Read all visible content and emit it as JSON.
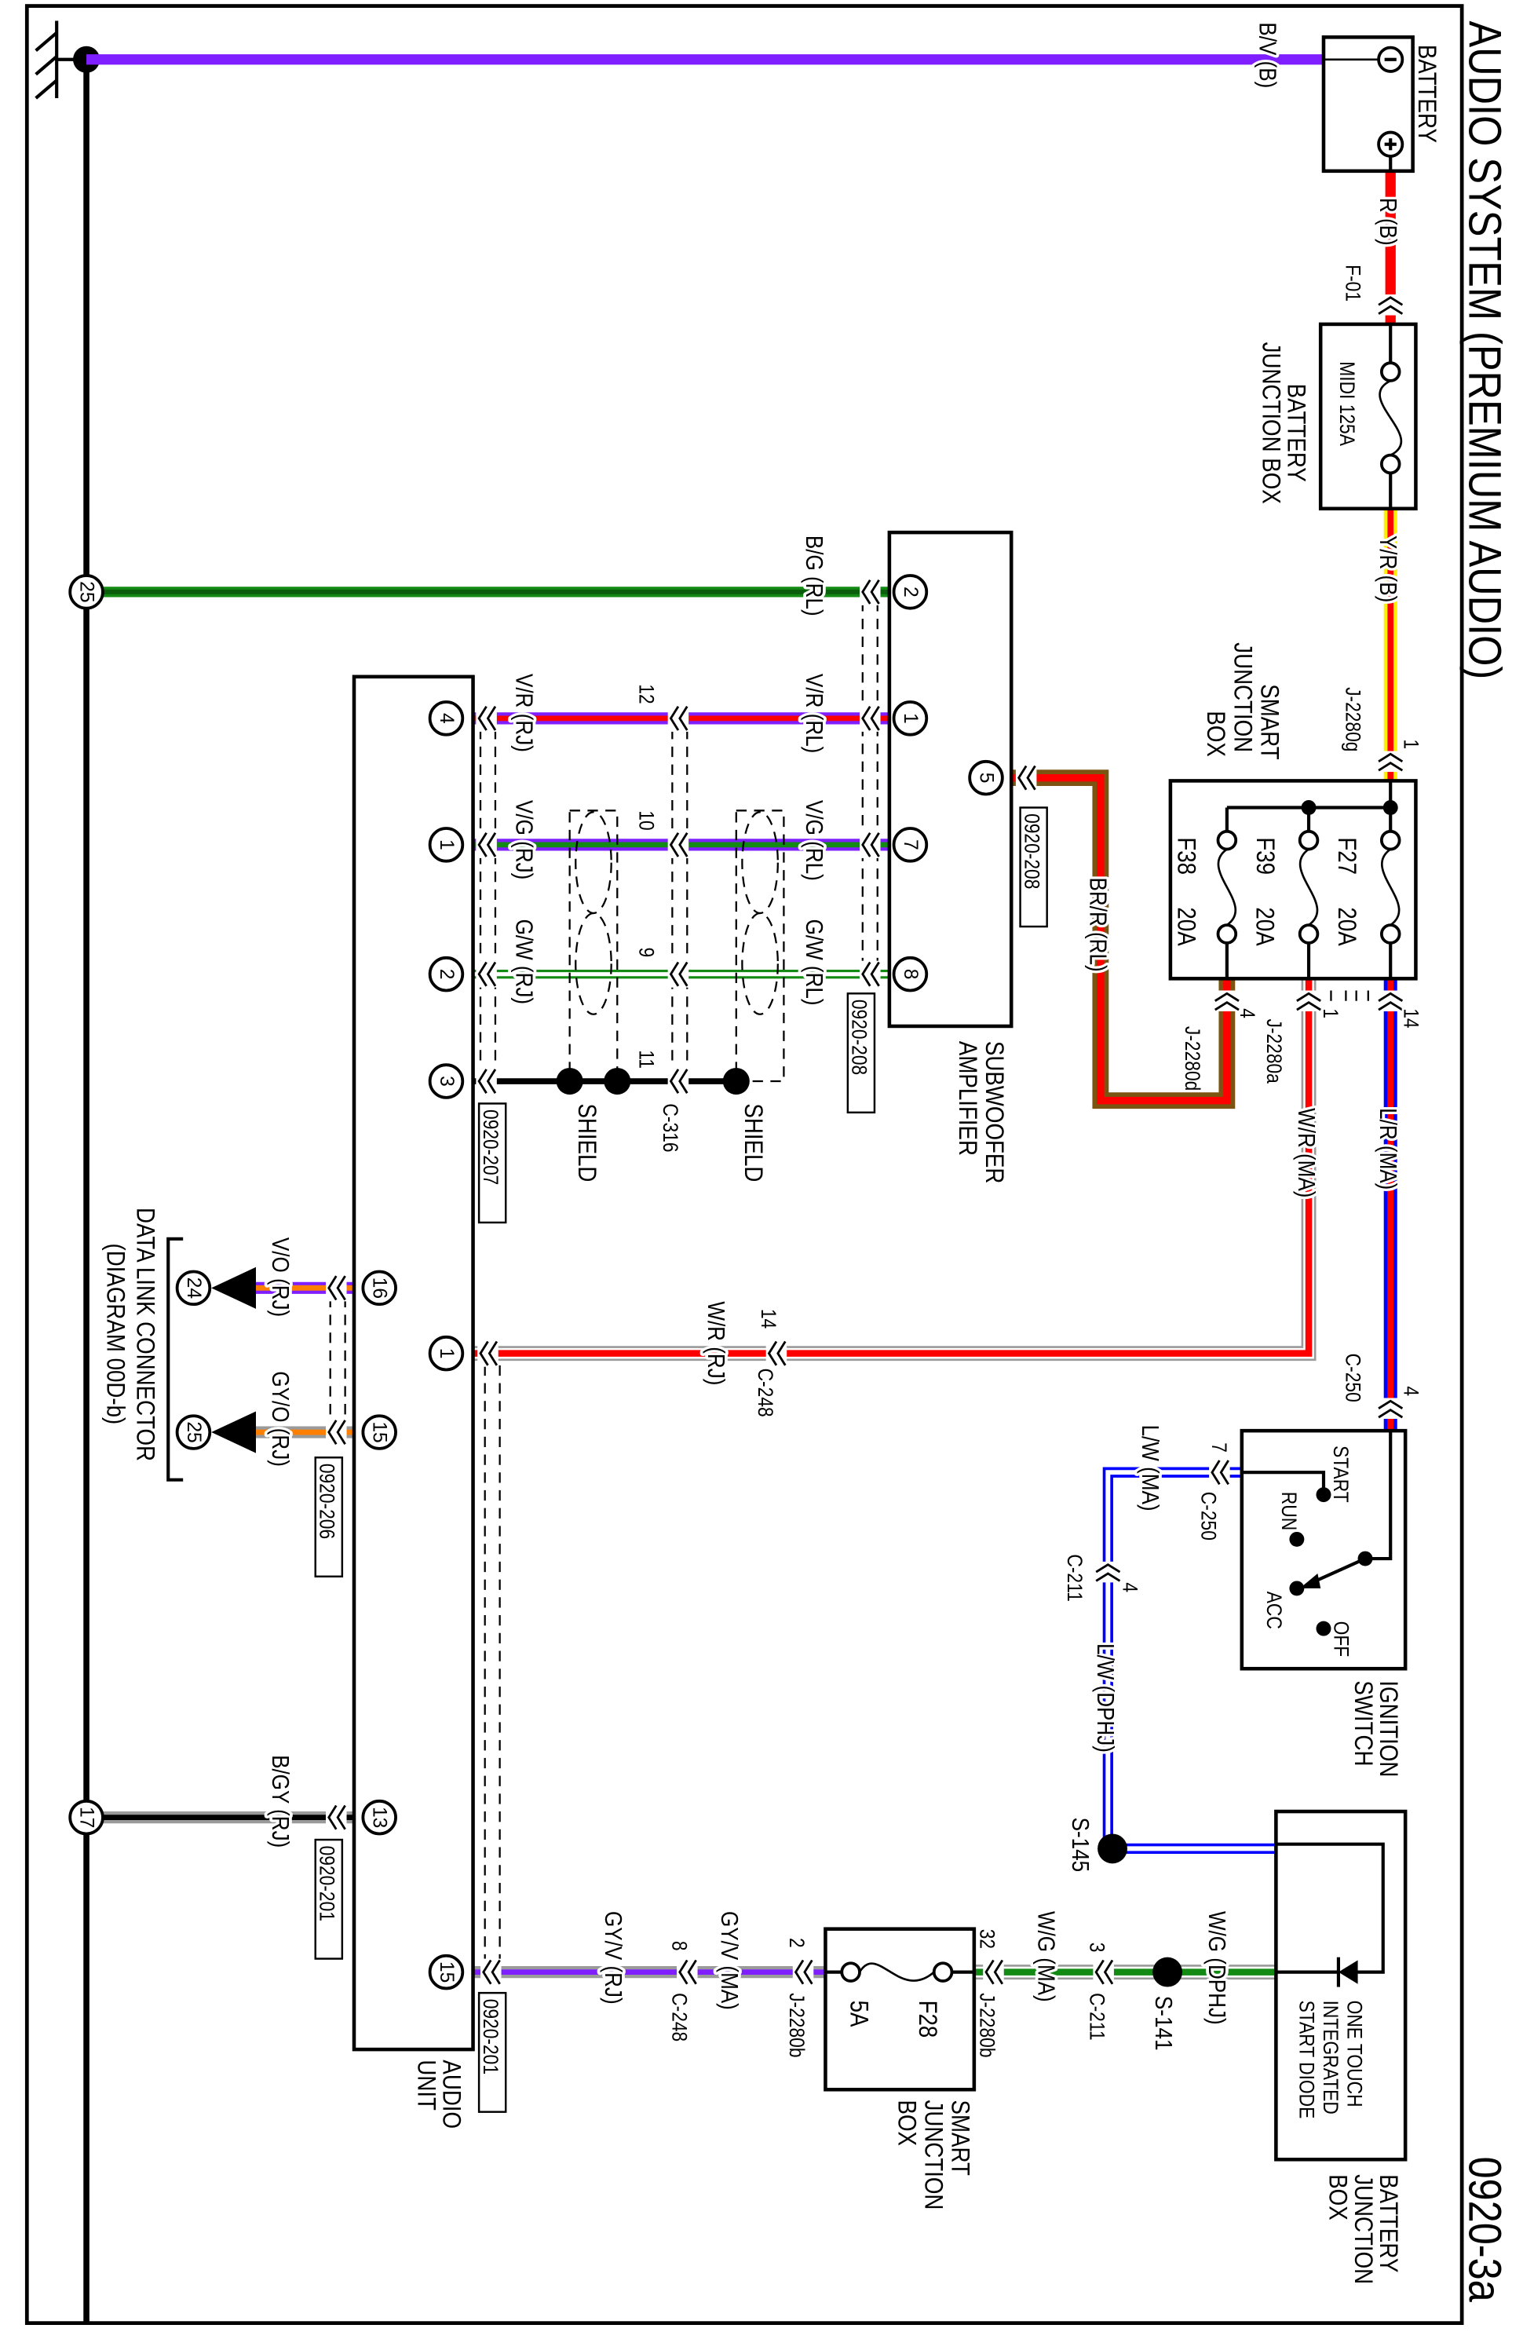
{
  "title": "AUDIO SYSTEM (PREMIUM AUDIO)",
  "page_id": "0920-3a",
  "colors": {
    "violet": "#7f1fff",
    "red": "#ff0000",
    "yellow": "#ffee00",
    "blue": "#0000ff",
    "green": "#138a13",
    "darkgreen": "#0b5e0b",
    "white": "#ffffff",
    "gray": "#9a9a9a",
    "orange": "#ff8000",
    "brown": "#7a5410",
    "black": "#000000"
  },
  "components": {
    "battery": {
      "label": "BATTERY"
    },
    "battery_jb_top": {
      "label1": "BATTERY",
      "label2": "JUNCTION BOX",
      "fuse": "MIDI  125A"
    },
    "smart_jb_top": {
      "label1": "SMART",
      "label2": "JUNCTION",
      "label3": "BOX",
      "fuses": [
        {
          "name": "F27",
          "rating": "20A"
        },
        {
          "name": "F39",
          "rating": "20A"
        },
        {
          "name": "F38",
          "rating": "20A"
        }
      ]
    },
    "subwoofer": {
      "label1": "SUBWOOFER",
      "label2": "AMPLIFIER",
      "pins": [
        "2",
        "1",
        "7",
        "8",
        "5"
      ]
    },
    "audio_unit": {
      "label1": "AUDIO",
      "label2": "UNIT",
      "pins": [
        "4",
        "1",
        "2",
        "3",
        "1",
        "15",
        "16",
        "15",
        "13"
      ]
    },
    "datalink": {
      "label1": "DATA LINK CONNECTOR",
      "label2": "(DIAGRAM 00D-b)",
      "pins": [
        "24",
        "25"
      ]
    },
    "ignition": {
      "label1": "IGNITION",
      "label2": "SWITCH",
      "positions": [
        "START",
        "RUN",
        "ACC",
        "OFF"
      ]
    },
    "smart_jb_bottom": {
      "label1": "SMART",
      "label2": "JUNCTION",
      "label3": "BOX",
      "fuse": "F28",
      "rating": "5A"
    },
    "battery_jb_bottom": {
      "label1": "BATTERY",
      "label2": "JUNCTION",
      "label3": "BOX",
      "diode1": "ONE TOUCH",
      "diode2": "INTEGRATED",
      "diode3": "START DIODE"
    }
  },
  "ground_points": [
    "25",
    "17"
  ],
  "wires": [
    "B/V (B)",
    "R (B)",
    "Y/R (B)",
    "L/R (MA)",
    "W/R (MA)",
    "BR/R (RL)",
    "B/G (RL)",
    "V/R (RL)",
    "V/G (RL)",
    "G/W (RL)",
    "V/R (RJ)",
    "V/G (RJ)",
    "G/W (RJ)",
    "W/R (RJ)",
    "V/O (RJ)",
    "GY/O (RJ)",
    "B/GY (RJ)",
    "GY/V (RJ)",
    "GY/V (MA)",
    "W/G (MA)",
    "W/G (DPHJ)",
    "L/W (MA)",
    "L/W (DPHJ)"
  ],
  "connectors": [
    "F-01",
    "J-2280g",
    "J-2280a",
    "J-2280d",
    "C-250",
    "C-248",
    "C-316",
    "C-250",
    "C-211",
    "C-248",
    "J-2280b",
    "J-2280b",
    "C-211"
  ],
  "connector_pins": [
    "1",
    "14",
    "1",
    "4",
    "4",
    "14",
    "12",
    "10",
    "9",
    "11",
    "7",
    "4",
    "8",
    "2",
    "32",
    "3"
  ],
  "splices": [
    "S-141",
    "S-145"
  ],
  "shields": [
    "SHIELD",
    "SHIELD"
  ],
  "diagram_refs": [
    "0920-208",
    "0920-208",
    "0920-207",
    "0920-206",
    "0920-201",
    "0920-201"
  ]
}
